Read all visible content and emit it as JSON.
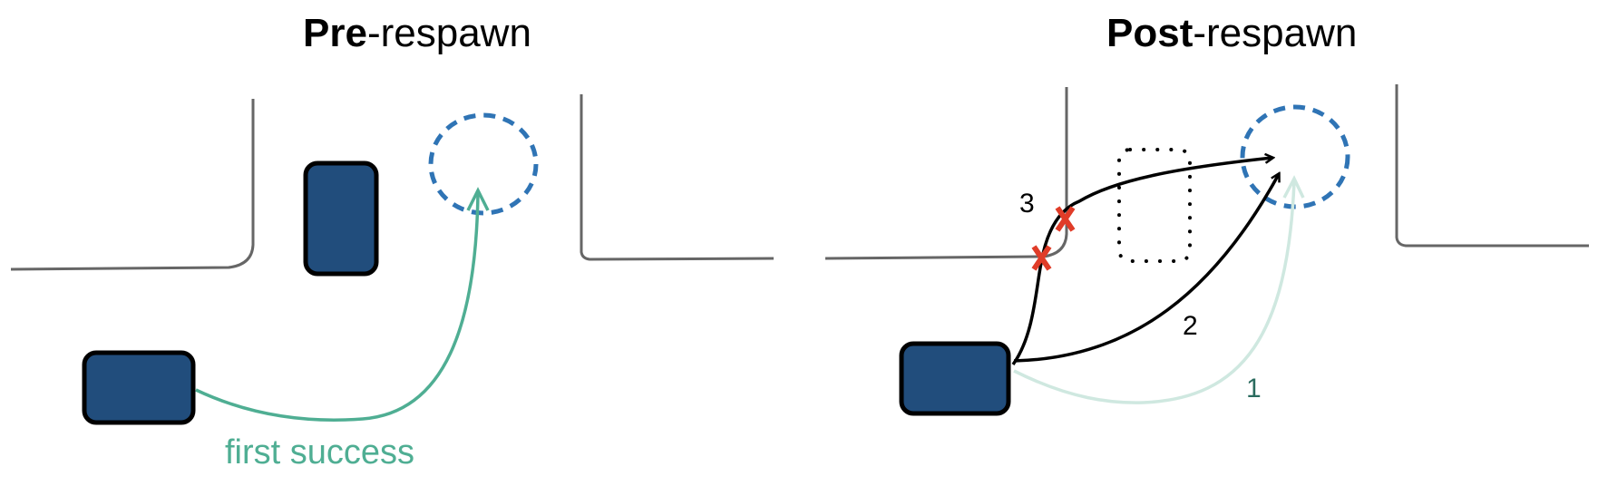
{
  "panels": {
    "pre": {
      "title_bold": "Pre",
      "title_rest": "-respawn",
      "path_label": "first success"
    },
    "post": {
      "title_bold": "Post",
      "title_rest": "-respawn",
      "path_labels": [
        "1",
        "2",
        "3"
      ]
    }
  },
  "colors": {
    "wall": "#666666",
    "vehicle_fill": "#214d7c",
    "vehicle_stroke": "#000000",
    "goal": "#2f74b5",
    "success_path": "#4fae93",
    "faded_path": "#cfe8e0",
    "path1_label": "#2a6b5e",
    "attempt_path": "#000000",
    "collision": "#e03c28"
  }
}
